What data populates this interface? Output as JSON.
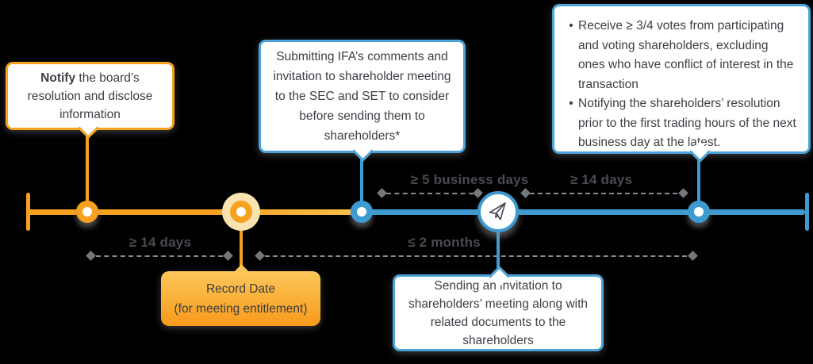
{
  "diagram_title": "shareholder-meeting-process-timeline",
  "colors": {
    "background": "#000000",
    "orange": "#F7A120",
    "orange_light": "#FBC14E",
    "orange_halo": "#F9E4B1",
    "blue": "#3E9BD0",
    "blue_border": "#4AA3D9",
    "text": "#3C3F45",
    "duration_label": "#484B51",
    "dash_gray": "#888B91"
  },
  "callouts": {
    "board": {
      "bold_text": "Notify",
      "text": " the board’s resolution and disclose information"
    },
    "ifa": {
      "text": "Submitting IFA’s comments and invitation to shareholder meeting to the SEC and SET to consider before sending them to shareholders*"
    },
    "resolution": {
      "bullet_char": "•",
      "bullets": [
        "Receive ≥ 3/4 votes from participating and voting shareholders, excluding ones who have conflict of interest in the transaction",
        "Notifying the shareholders’ resolution prior to the first trading hours of the next business day at the latest."
      ]
    },
    "invitation": {
      "text": "Sending an invitation to shareholders’ meeting along with related documents to the shareholders"
    },
    "record_date": {
      "line1": "Record Date",
      "line2": "(for meeting entitlement)"
    }
  },
  "durations": {
    "notify_to_record": "≥ 14 days",
    "record_to_invite": "≤ 2 months",
    "sec_review": "≥ 5 business days",
    "invite_to_meeting": "≥ 14 days"
  },
  "icons": {
    "paper_plane": "paper-plane-icon"
  }
}
